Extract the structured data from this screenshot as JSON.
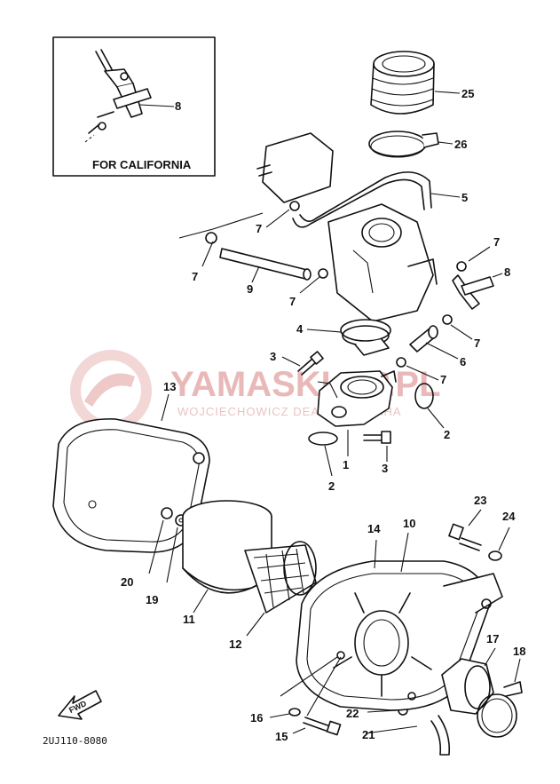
{
  "inset": {
    "caption": "FOR CALIFORNIA",
    "part_label": "8"
  },
  "watermark": {
    "brand": "YAMASKLEP.PL",
    "tagline": "WOJCIECHOWICZ DEALER YAMAHA"
  },
  "drawing_code": "2UJ110-8080",
  "fwd_label": "FWD",
  "part_labels": {
    "p25": "25",
    "p26": "26",
    "p5": "5",
    "p7a": "7",
    "p7b": "7",
    "p7c": "7",
    "p7d": "7",
    "p7e": "7",
    "p7f": "7",
    "p7g": "7",
    "p8": "8",
    "p9": "9",
    "p4": "4",
    "p6": "6",
    "p3a": "3",
    "p3b": "3",
    "p2a": "2",
    "p2b": "2",
    "p1": "1",
    "p13": "13",
    "p14": "14",
    "p10": "10",
    "p23": "23",
    "p24": "24",
    "p20": "20",
    "p19": "19",
    "p11": "11",
    "p12": "12",
    "p17": "17",
    "p18": "18",
    "p16": "16",
    "p22": "22",
    "p15": "15",
    "p21": "21"
  }
}
